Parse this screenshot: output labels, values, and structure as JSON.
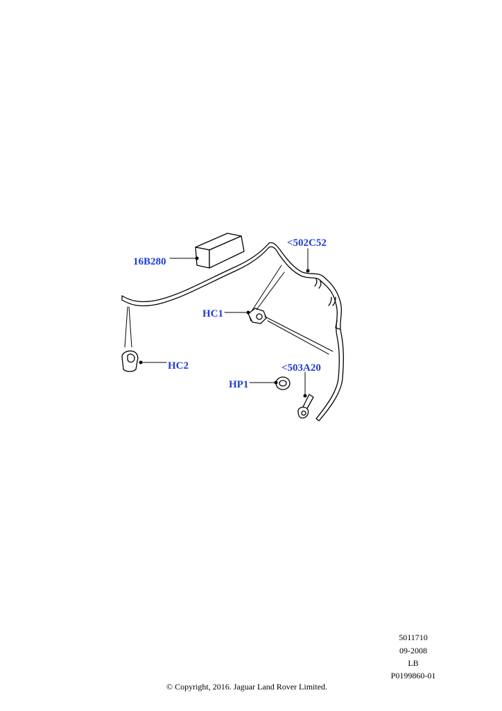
{
  "callouts": {
    "box_16b280": "16B280",
    "harness_502c52": "<502C52",
    "clip_hc1": "HC1",
    "clip_hc2": "HC2",
    "plug_hp1": "HP1",
    "connector_503a20": "<503A20"
  },
  "meta": {
    "code_1": "5011710",
    "date": "09-2008",
    "lang": "LB",
    "part_ref": "P0199860-01"
  },
  "copyright": "© Copyright, 2016. Jaguar Land Rover Limited.",
  "colors": {
    "callout": "#1e3cd2",
    "line": "#000000"
  }
}
